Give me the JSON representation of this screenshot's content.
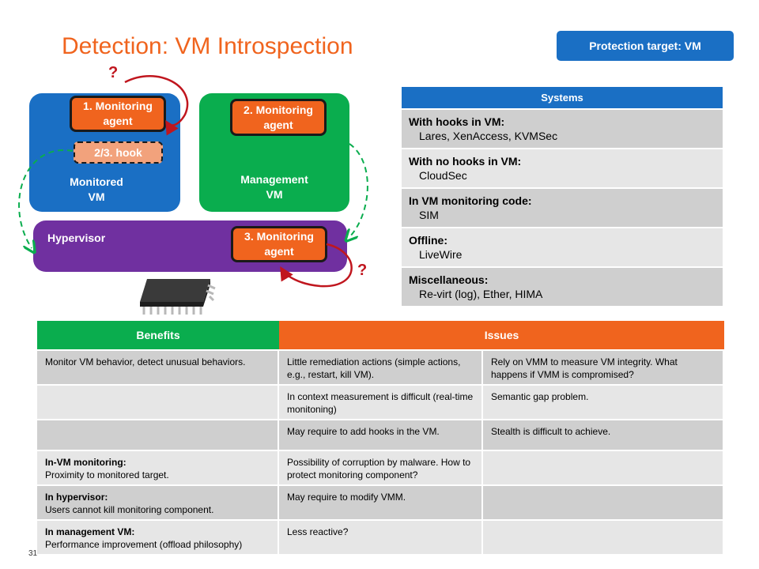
{
  "slide": {
    "title": "Detection: VM Introspection",
    "protection_target": "Protection target: VM",
    "page_number": "31"
  },
  "diagram": {
    "monitored_vm": "Monitored\nVM",
    "management_vm": "Management\nVM",
    "hypervisor": "Hypervisor",
    "agent1": "1. Monitoring\nagent",
    "agent2": "2. Monitoring\nagent",
    "agent3": "3. Monitoring\nagent",
    "hook": "2/3. hook",
    "question_mark": "?",
    "colors": {
      "blue": "#1a6fc4",
      "green": "#0aad4e",
      "purple": "#7030a0",
      "orange": "#f0641e",
      "red": "#c0161e"
    }
  },
  "systems": {
    "header": "Systems",
    "rows": [
      {
        "heading": "With hooks in VM:",
        "value": "Lares, XenAccess, KVMSec"
      },
      {
        "heading": "With no hooks in VM:",
        "value": "CloudSec"
      },
      {
        "heading": "In VM monitoring code:",
        "value": "SIM"
      },
      {
        "heading": "Offline:",
        "value": "LiveWire"
      },
      {
        "heading": "Miscellaneous:",
        "value": "Re-virt (log), Ether, HIMA"
      }
    ]
  },
  "comparison": {
    "benefits_header": "Benefits",
    "issues_header": "Issues",
    "rows": [
      {
        "benefit_bold": "",
        "benefit": "Monitor VM behavior, detect unusual behaviors.",
        "issue1": "Little remediation actions (simple actions, e.g., restart, kill VM).",
        "issue2": "Rely on VMM to measure VM integrity. What happens if VMM is compromised?"
      },
      {
        "benefit_bold": "",
        "benefit": "",
        "issue1": "In context measurement is difficult (real-time monitoning)",
        "issue2": "Semantic gap problem."
      },
      {
        "benefit_bold": "",
        "benefit": "",
        "issue1": "May require to add hooks in the VM.",
        "issue2": "Stealth is difficult to achieve."
      },
      {
        "benefit_bold": "In-VM monitoring:",
        "benefit": "Proximity to monitored target.",
        "issue1": "Possibility of corruption by malware. How to protect monitoring component?",
        "issue2": ""
      },
      {
        "benefit_bold": "In hypervisor:",
        "benefit": "Users cannot kill monitoring component.",
        "issue1": "May require to modify VMM.",
        "issue2": ""
      },
      {
        "benefit_bold": "In management VM:",
        "benefit": "Performance improvement (offload philosophy)",
        "issue1": "Less reactive?",
        "issue2": ""
      }
    ]
  }
}
